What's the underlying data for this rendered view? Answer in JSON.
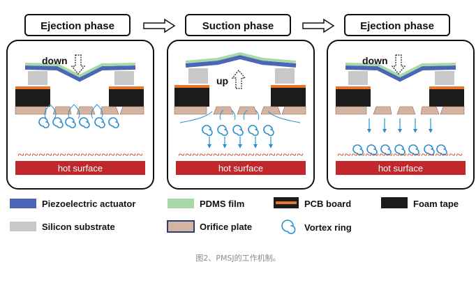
{
  "phases": [
    {
      "title": "Ejection phase",
      "motion": "down"
    },
    {
      "title": "Suction phase",
      "motion": "up"
    },
    {
      "title": "Ejection phase",
      "motion": "down"
    }
  ],
  "surface_label": "hot surface",
  "legend": {
    "piezo": "Piezoelectric actuator",
    "pdms": "PDMS film",
    "pcb": "PCB board",
    "foam": "Foam tape",
    "silicon": "Silicon substrate",
    "orifice": "Orifice plate",
    "vortex": "Vortex ring"
  },
  "caption": "图2、PMSJ的工作机制。",
  "colors": {
    "piezo": "#4a66b4",
    "pdms": "#a8d8a8",
    "pcb": "#e8762a",
    "foam": "#1b1b1b",
    "silicon": "#c8c8c8",
    "orifice": "#d2b4a0",
    "vortex": "#2a8fd0",
    "hot_surface": "#c0282c",
    "heat_wave": "#d2502a"
  }
}
